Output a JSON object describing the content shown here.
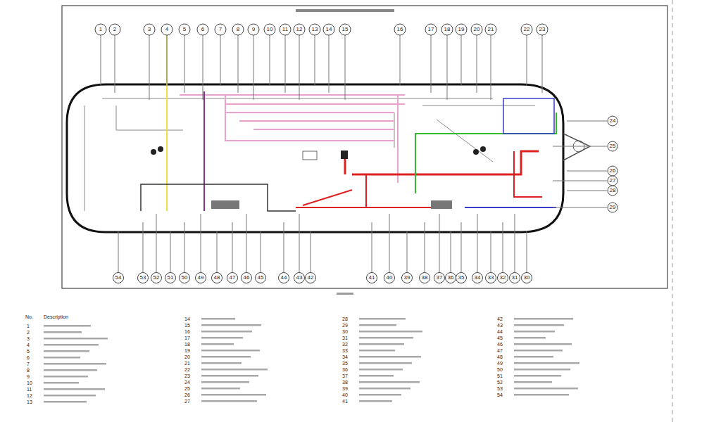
{
  "diagram": {
    "labels": [
      "1",
      "2",
      "3",
      "4",
      "5",
      "6",
      "7",
      "8",
      "9",
      "10",
      "11",
      "12",
      "13",
      "14",
      "15",
      "16",
      "17",
      "18",
      "19",
      "20",
      "21",
      "22",
      "23",
      "24",
      "25",
      "26",
      "27",
      "28",
      "29",
      "30",
      "31",
      "32",
      "33",
      "34",
      "35",
      "36",
      "37",
      "38",
      "39",
      "40",
      "41",
      "42",
      "43",
      "44",
      "45",
      "46",
      "47",
      "48",
      "49",
      "50",
      "51",
      "52",
      "53",
      "54",
      "No.",
      "Description",
      "1",
      "2",
      "3",
      "4",
      "5",
      "6",
      "7",
      "8",
      "9",
      "10",
      "11",
      "12",
      "13",
      "14",
      "15",
      "16",
      "17",
      "18",
      "19",
      "20",
      "21",
      "22",
      "23",
      "24",
      "25",
      "26",
      "27",
      "28",
      "29",
      "30",
      "31",
      "32",
      "33",
      "34",
      "35",
      "36",
      "37",
      "38",
      "39",
      "40",
      "41",
      "42",
      "43",
      "44",
      "45",
      "46",
      "47",
      "48",
      "49",
      "50",
      "51",
      "52",
      "53",
      "54"
    ]
  }
}
